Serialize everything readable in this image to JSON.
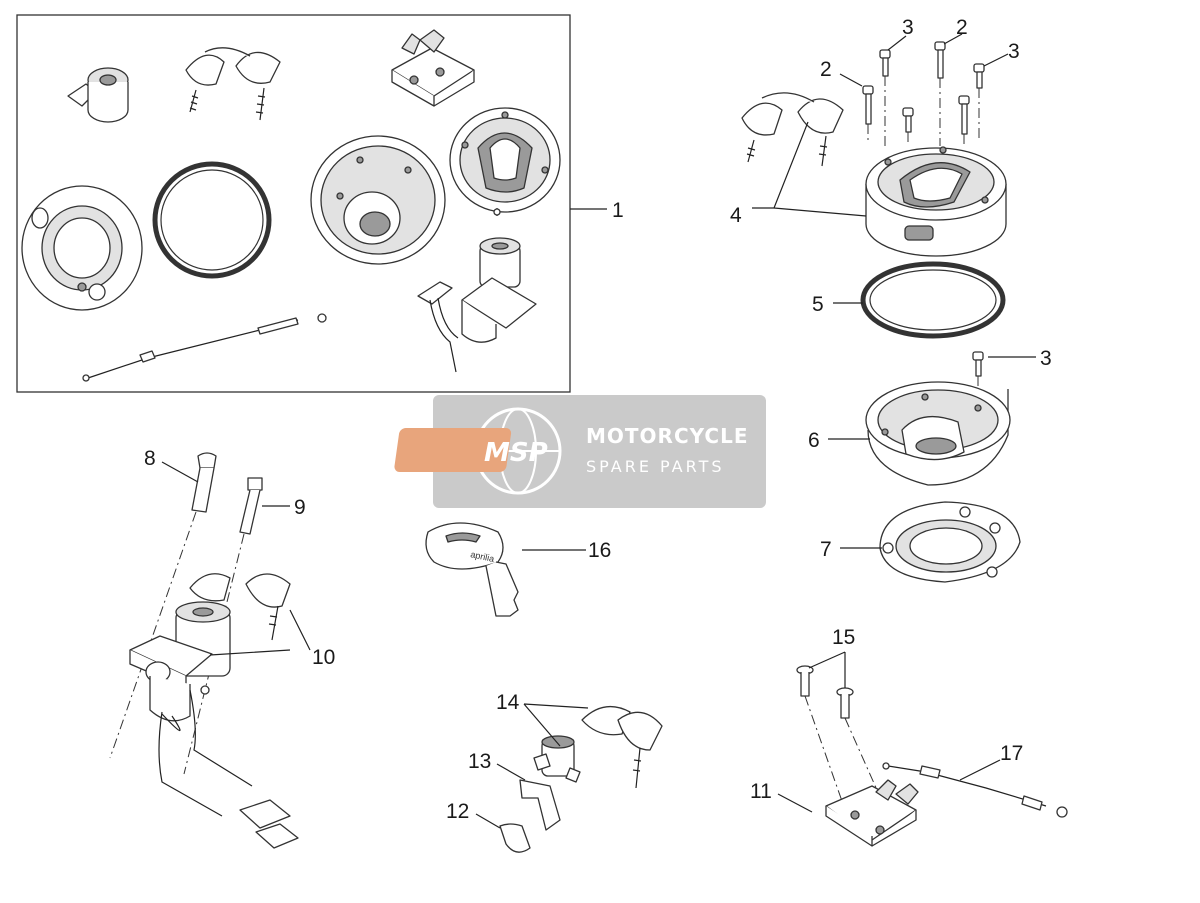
{
  "watermark": {
    "logo": "MSP",
    "title": "MOTORCYCLE",
    "subtitle": "SPARE PARTS"
  },
  "kit_label": "aprilia",
  "callouts": {
    "c1": "1",
    "c2a": "2",
    "c2b": "2",
    "c3a": "3",
    "c3b": "3",
    "c3c": "3",
    "c4": "4",
    "c5": "5",
    "c6": "6",
    "c7": "7",
    "c8": "8",
    "c9": "9",
    "c10": "10",
    "c11": "11",
    "c12": "12",
    "c13": "13",
    "c14": "14",
    "c15": "15",
    "c16": "16",
    "c17": "17"
  }
}
